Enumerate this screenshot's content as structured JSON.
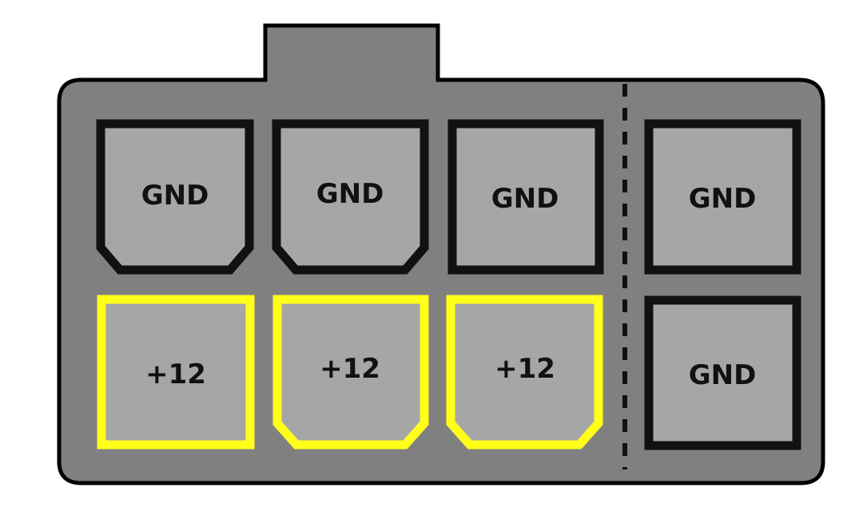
{
  "connector": {
    "colors": {
      "housing": "#808080",
      "outline": "#000000",
      "pin_fill": "#a6a6a6",
      "gnd_border": "#111111",
      "v12_border": "#ffff1a"
    },
    "pins": [
      {
        "id": "gnd-1",
        "label": "GND",
        "type": "gnd",
        "shape": "chamfer-bottom"
      },
      {
        "id": "gnd-2",
        "label": "GND",
        "type": "gnd",
        "shape": "chamfer-bottom"
      },
      {
        "id": "gnd-3",
        "label": "GND",
        "type": "gnd",
        "shape": "square"
      },
      {
        "id": "gnd-4",
        "label": "GND",
        "type": "gnd",
        "shape": "square"
      },
      {
        "id": "v12-1",
        "label": "+12",
        "type": "v12",
        "shape": "square"
      },
      {
        "id": "v12-2",
        "label": "+12",
        "type": "v12",
        "shape": "chamfer-bottom"
      },
      {
        "id": "v12-3",
        "label": "+12",
        "type": "v12",
        "shape": "chamfer-bottom"
      },
      {
        "id": "gnd-5",
        "label": "GND",
        "type": "gnd",
        "shape": "square"
      }
    ]
  }
}
